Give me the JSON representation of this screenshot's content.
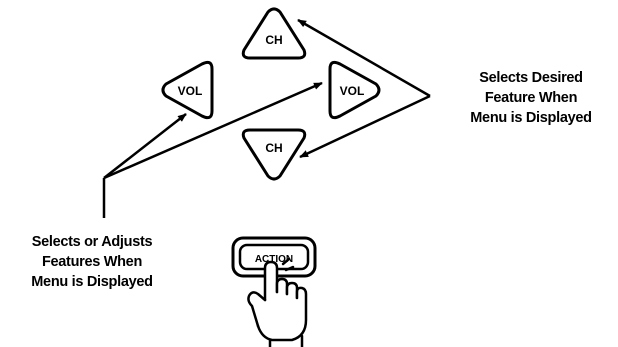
{
  "buttons": {
    "ch_up": "CH",
    "vol_left": "VOL",
    "vol_right": "VOL",
    "ch_down": "CH",
    "action": "ACTION"
  },
  "callouts": {
    "right": [
      "Selects Desired",
      "Feature When",
      "Menu is Displayed"
    ],
    "left": [
      "Selects or Adjusts",
      "Features When",
      "Menu is Displayed"
    ]
  },
  "colors": {
    "ink": "#000000",
    "background": "#ffffff"
  }
}
